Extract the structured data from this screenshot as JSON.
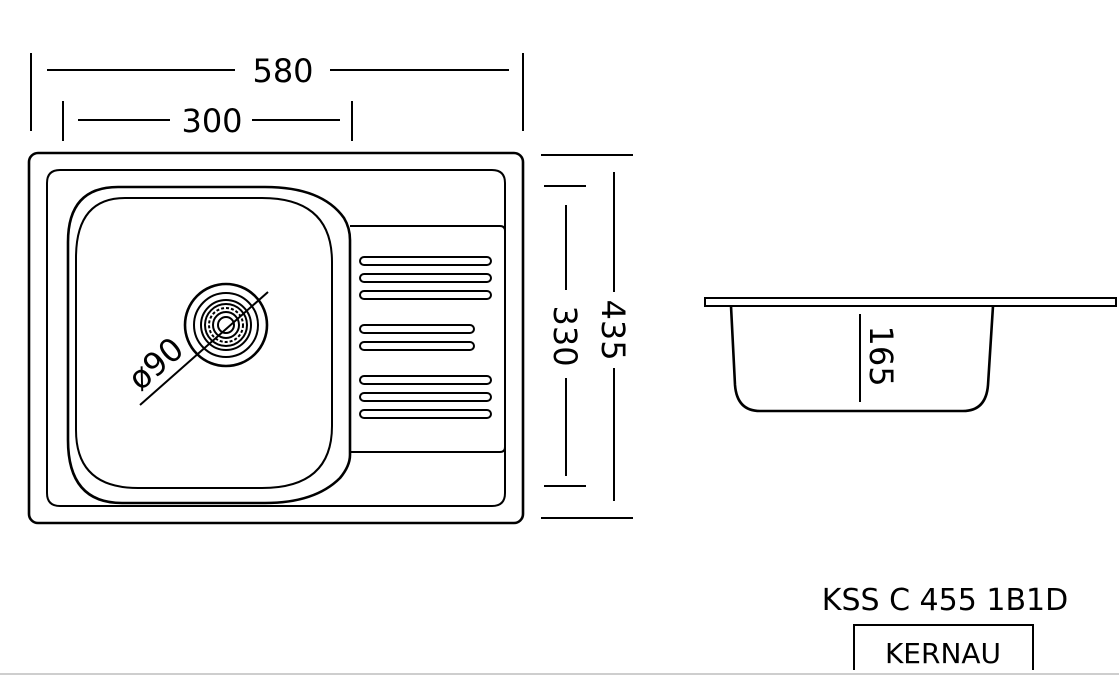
{
  "dimensions": {
    "overall_width": "580",
    "bowl_width": "300",
    "overall_depth": "435",
    "bowl_depth": "330",
    "drain_diameter": "ø90",
    "bowl_height": "165"
  },
  "product": {
    "model": "KSS C 455 1B1D",
    "brand": "KERNAU"
  }
}
